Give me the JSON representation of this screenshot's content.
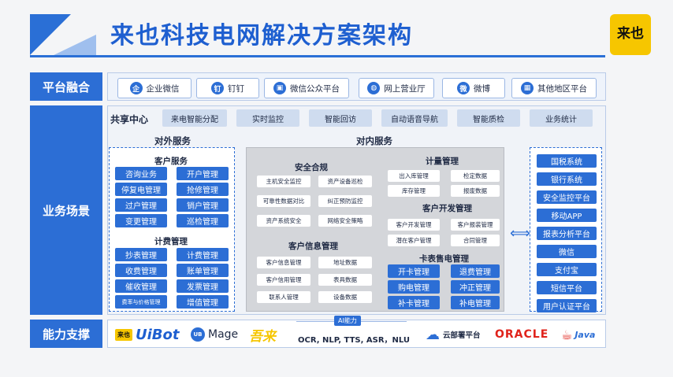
{
  "header": {
    "title": "来也科技电网解决方案架构",
    "logo_text": "来也"
  },
  "rows": {
    "platform": "平台融合",
    "business": "业务场景",
    "ability": "能力支撑"
  },
  "platform_items": [
    {
      "label": "企业微信",
      "icon": "wecom-icon",
      "glyph": "企"
    },
    {
      "label": "钉钉",
      "icon": "dingtalk-icon",
      "glyph": "钉"
    },
    {
      "label": "微信公众平台",
      "icon": "monitor-icon",
      "glyph": "▣"
    },
    {
      "label": "网上营业厅",
      "icon": "globe-icon",
      "glyph": "◍"
    },
    {
      "label": "微博",
      "icon": "weibo-icon",
      "glyph": "微"
    },
    {
      "label": "其他地区平台",
      "icon": "grid-icon",
      "glyph": "▦"
    }
  ],
  "shared_center": {
    "label": "共享中心",
    "items": [
      "来电智能分配",
      "实时监控",
      "智能回访",
      "自动语音导航",
      "智能质检",
      "业务统计"
    ]
  },
  "external": {
    "title": "对外服务",
    "customer": {
      "title": "客户服务",
      "items": [
        "咨询业务",
        "开户管理",
        "停复电管理",
        "抢修管理",
        "过户管理",
        "销户管理",
        "变更管理",
        "巡检管理"
      ]
    },
    "billing": {
      "title": "计费管理",
      "items": [
        "抄表管理",
        "计费管理",
        "收费管理",
        "账单管理",
        "催收管理",
        "发票管理",
        "费率与价格管理",
        "增值管理"
      ]
    }
  },
  "internal": {
    "title": "对内服务",
    "security": {
      "title": "安全合规",
      "items": [
        "主机安全监控",
        "资产设备巡检",
        "可靠性数据对比",
        "纠正预防监控",
        "资产系统安全",
        "网络安全策略"
      ]
    },
    "customer_info": {
      "title": "客户信息管理",
      "items": [
        "客户信息管理",
        "地址数据",
        "客户信用管理",
        "表具数据",
        "联系人管理",
        "设备数据"
      ]
    },
    "metering": {
      "title": "计量管理",
      "items": [
        "出入库管理",
        "检定数据",
        "库存管理",
        "报废数据"
      ]
    },
    "cust_dev": {
      "title": "客户开发管理",
      "items": [
        "客户开发管理",
        "客户报装管理",
        "潜在客户管理",
        "合同管理"
      ]
    },
    "card_sales": {
      "title": "卡表售电管理",
      "items": [
        "开卡管理",
        "退费管理",
        "购电管理",
        "冲正管理",
        "补卡管理",
        "补电管理"
      ]
    }
  },
  "systems": [
    "国税系统",
    "银行系统",
    "安全监控平台",
    "移动APP",
    "报表分析平台",
    "微信",
    "支付宝",
    "短信平台",
    "用户认证平台"
  ],
  "ability": {
    "uibot": "UiBot",
    "uibot_badge": "来也",
    "mage": "Mage",
    "mage_badge": "UB",
    "wulai": "吾来",
    "ai_label": "AI能力",
    "ai_text": "OCR, NLP, TTS, ASR，NLU",
    "cloud": "云部署平台",
    "oracle": "ORACLE",
    "java": "Java"
  },
  "colors": {
    "primary": "#2c6ed5",
    "title": "#1e5fd0",
    "logo": "#f6c600",
    "oracle": "#e0231b"
  }
}
